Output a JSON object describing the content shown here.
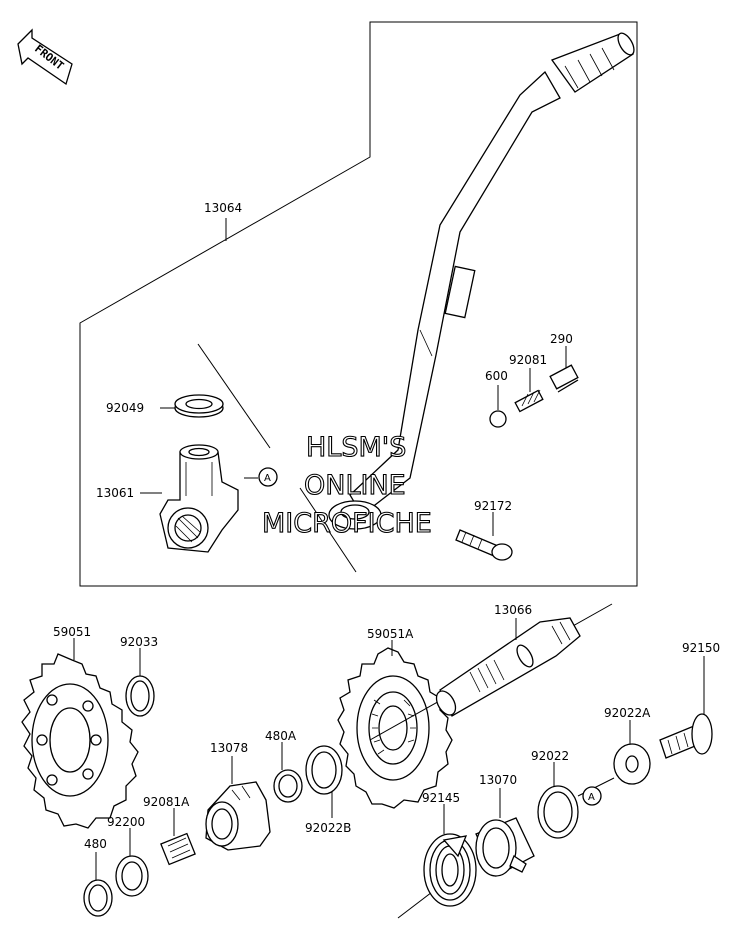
{
  "orientation_badge": {
    "text": "FRONT",
    "icon": "front-arrow-icon"
  },
  "watermark": {
    "line1": "HLSM'S",
    "line2": "ONLINE",
    "line3": "MICROFICHE"
  },
  "markers": {
    "a_upper": "A",
    "a_lower": "A"
  },
  "parts": {
    "p13064": "13064",
    "p92049": "92049",
    "p13061": "13061",
    "p92081_upper": "92081",
    "p290": "290",
    "p600": "600",
    "p92172": "92172",
    "p59051": "59051",
    "p92033": "92033",
    "p59051a": "59051A",
    "p13066": "13066",
    "p92150": "92150",
    "p13078": "13078",
    "p480a": "480A",
    "p92022a": "92022A",
    "p92022": "92022",
    "p92081a": "92081A",
    "p92022b": "92022B",
    "p13070": "13070",
    "p92200": "92200",
    "p92145": "92145",
    "p480": "480"
  }
}
